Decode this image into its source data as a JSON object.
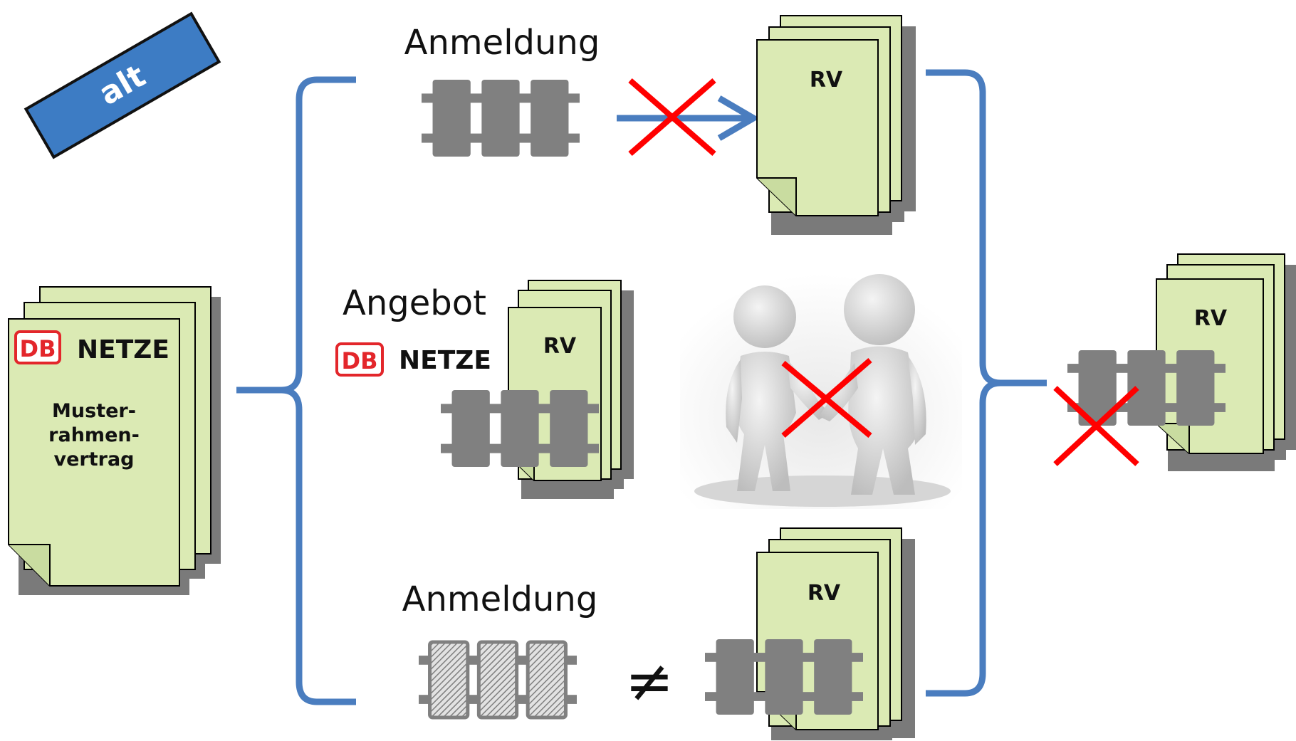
{
  "tag": {
    "label": "alt",
    "fill": "#3d7cc4"
  },
  "colors": {
    "paper": "#dbeab4",
    "paper_stroke": "#000000",
    "shadow": "#7a7a7a",
    "train": "#808080",
    "brace": "#4a7dbf",
    "cross": "#ff0000",
    "db_red": "#e3262b"
  },
  "left_stack": {
    "brand": "NETZE",
    "logo_letters": "DB",
    "doc_lines": [
      "Muster-",
      "rahmen-",
      "vertrag"
    ]
  },
  "branches": {
    "top": {
      "heading": "Anmeldung",
      "doc_label": "RV",
      "arrow_crossed": true
    },
    "middle": {
      "heading": "Angebot",
      "brand": "NETZE",
      "logo_letters": "DB",
      "doc_label": "RV",
      "handshake_crossed": true
    },
    "bottom": {
      "heading": "Anmeldung",
      "symbol": "≠",
      "doc_label": "RV"
    }
  },
  "result": {
    "doc_label": "RV",
    "crossed": true
  },
  "icons": [
    "train-icon",
    "document-stack-icon",
    "db-logo-icon",
    "handshake-figures-icon",
    "cross-icon",
    "arrow-icon",
    "brace-icon"
  ]
}
